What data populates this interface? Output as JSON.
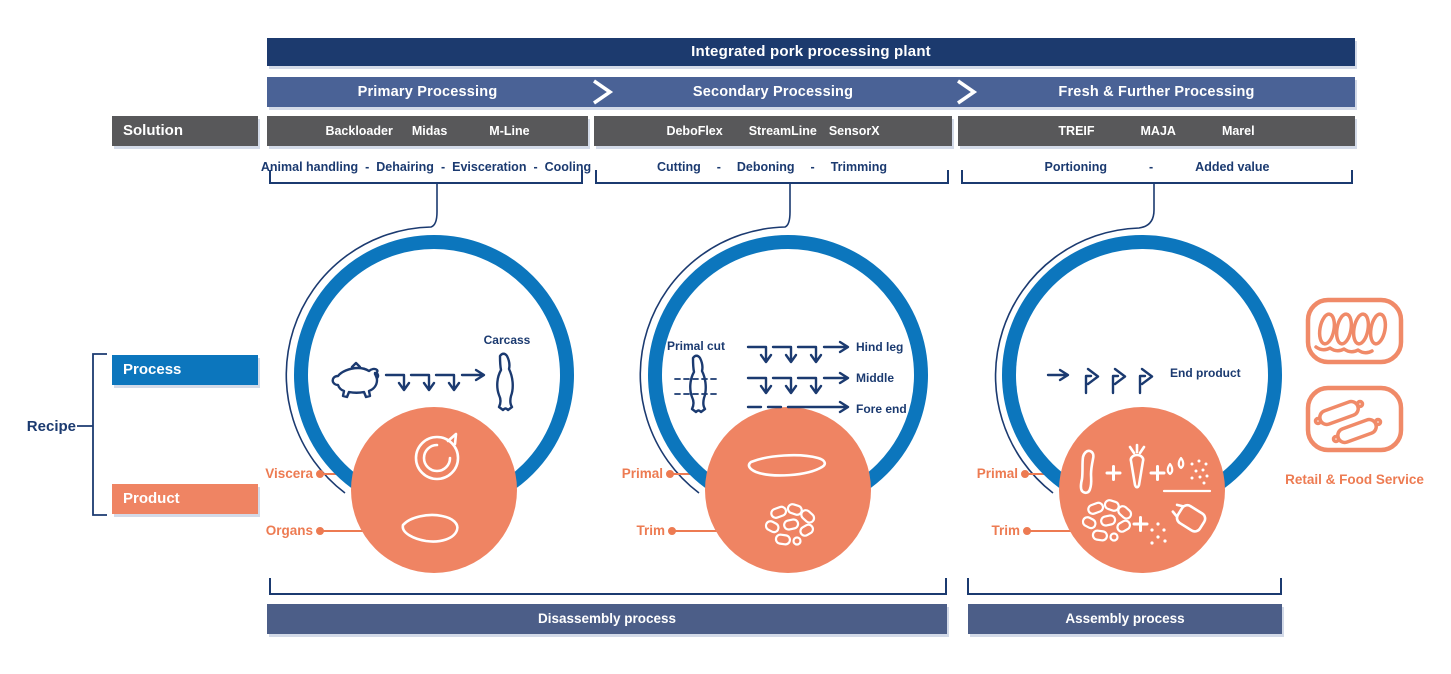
{
  "banner": {
    "title": "Integrated pork processing plant"
  },
  "left_panel": {
    "solution_label": "Solution",
    "process_label": "Process",
    "product_label": "Product",
    "recipe_label": "Recipe"
  },
  "ui": {
    "separator": "-"
  },
  "stages": [
    {
      "header": "Primary Processing",
      "brands": [
        "Backloader",
        "Midas",
        "M-Line"
      ],
      "steps": [
        "Animal handling",
        "Dehairing",
        "Evisceration",
        "Cooling"
      ],
      "annotations": {
        "carcass": "Carcass"
      },
      "product_labels": [
        "Viscera",
        "Organs"
      ]
    },
    {
      "header": "Secondary Processing",
      "brands": [
        "DeboFlex",
        "StreamLine",
        "SensorX"
      ],
      "steps": [
        "Cutting",
        "Deboning",
        "Trimming"
      ],
      "annotations": {
        "primal_cut": "Primal cut",
        "outputs": [
          "Hind leg",
          "Middle",
          "Fore end"
        ]
      },
      "product_labels": [
        "Primal",
        "Trim"
      ]
    },
    {
      "header": "Fresh & Further Processing",
      "brands": [
        "TREIF",
        "MAJA",
        "Marel"
      ],
      "steps": [
        "Portioning",
        "Added value"
      ],
      "annotations": {
        "end_product": "End product"
      },
      "product_labels": [
        "Primal",
        "Trim"
      ]
    }
  ],
  "footer": {
    "disassembly_label": "Disassembly process",
    "assembly_label": "Assembly process"
  },
  "retail": {
    "label": "Retail & Food Service"
  },
  "colors": {
    "navy_banner": "#1c3a6e",
    "steel_blue": "#4a6296",
    "dark_gray": "#58585a",
    "process_blue": "#0c76bd",
    "product_orange": "#ef8463",
    "label_orange": "#ed7b52",
    "slate_footer": "#4c5e88",
    "line_navy": "#1b3a70"
  },
  "icons": {
    "pig-icon": "pig outline",
    "carcass-icon": "hanging carcass outline",
    "conveyor-arrows-icon": "line with down arrows",
    "arrow-right-icon": "right arrow",
    "chevron-right-icon": "white chevron separator",
    "primal-cut-icon": "carcass with dashed cut lines",
    "corner-arrow-icon": "up-then-right arrow",
    "viscera-icon": "viscera swirl outline",
    "organs-icon": "organ outline",
    "primal-icon": "primal meat cut outline",
    "trim-icon": "cluster of trim pieces",
    "pork-belly-icon": "belly strip outline",
    "carrot-icon": "carrot outline",
    "seasoning-icon": "droplets and dots with underline",
    "salt-shaker-icon": "tilted shaker pouring dots",
    "plus-icon": "plus sign",
    "sliced-meat-package-icon": "rounded tray with meat slices",
    "sausage-package-icon": "rounded tray with sausages"
  }
}
